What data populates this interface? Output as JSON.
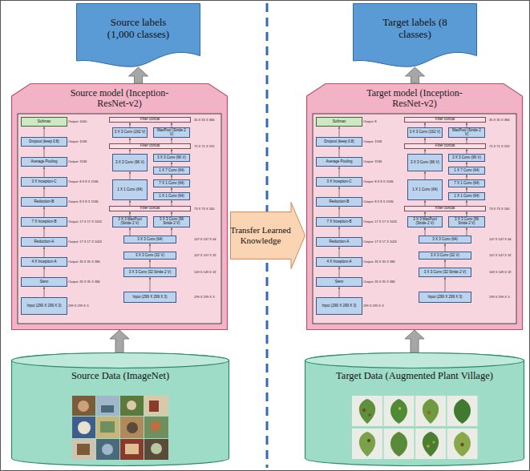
{
  "diagram": {
    "nodes": [
      {
        "text": [
          "Source labels (1,000 classes)"
        ]
      },
      {
        "text": [
          "Source model (Inception-ResNet-v2)"
        ]
      },
      {
        "text": [
          "Softmax"
        ],
        "in": 1
      },
      {
        "text": [
          "Dropout (keep 0.8)"
        ],
        "in": 1
      },
      {
        "text": [
          "Average Pooling"
        ],
        "in": 1
      },
      {
        "text": [
          "3 X Inception-C"
        ],
        "in": 1
      },
      {
        "text": [
          "Reduction-B"
        ],
        "in": 1
      },
      {
        "text": [
          "7 X Inception-B"
        ],
        "in": 1
      },
      {
        "text": [
          "Reduction-A"
        ],
        "in": 1
      },
      {
        "text": [
          "4 X Inception-A"
        ],
        "in": 1
      },
      {
        "text": [
          "Stem"
        ],
        "in": 1
      },
      {
        "text": [
          "Input (299 X 299 X 3)"
        ],
        "in": 1
      },
      {
        "text": [
          "Filter concat"
        ],
        "in": 1
      },
      {
        "text": [
          "3 X 3 Conv (192 V)"
        ],
        "in": 1
      },
      {
        "text": [
          "MaxPool (Stride 2 V)"
        ],
        "in": 1
      },
      {
        "text": [
          "Filter concat"
        ],
        "in": 1
      },
      {
        "text": [
          "3 X 3 Conv (96 V)"
        ],
        "in": 1
      },
      {
        "text": [
          "3 X 3 Conv (96 V)"
        ],
        "in": 1
      },
      {
        "text": [
          "1 X 7 Conv (64)"
        ],
        "in": 1
      },
      {
        "text": [
          "1 X 1 Conv (64)"
        ],
        "in": 1
      },
      {
        "text": [
          "7 X 1 Conv (64)"
        ],
        "in": 1
      },
      {
        "text": [
          "1 X 1 Conv (64)"
        ],
        "in": 1
      },
      {
        "text": [
          "Filter concat"
        ],
        "in": 1
      },
      {
        "text": [
          "3 X 3 MaxPool (Stride 2 V)"
        ],
        "in": 1
      },
      {
        "text": [
          "3 X 3 Conv (96 Stride 2 V)"
        ],
        "in": 1
      },
      {
        "text": [
          "3 X 3 Conv (64)"
        ],
        "in": 1
      },
      {
        "text": [
          "3 X 3 Conv (32 V)"
        ],
        "in": 1
      },
      {
        "text": [
          "3 X 3 Conv (32 Stride 2 V)"
        ],
        "in": 1
      },
      {
        "text": [
          "Input (299 X 299 X 3)"
        ],
        "in": 1
      },
      {
        "text": [
          "Source Data (ImageNet)"
        ]
      },
      {
        "text": [
          "Transfer Learned Knowledge"
        ]
      },
      {
        "text": [
          "Target labels (8 classes)"
        ]
      },
      {
        "text": [
          "Target model (Inception-ResNet-v2)"
        ]
      },
      {
        "text": [
          "Softmax"
        ],
        "in": 32
      },
      {
        "text": [
          "Dropout (keep 0.8)"
        ],
        "in": 32
      },
      {
        "text": [
          "Average Pooling"
        ],
        "in": 32
      },
      {
        "text": [
          "3 X Inception-C"
        ],
        "in": 32
      },
      {
        "text": [
          "Reduction-B"
        ],
        "in": 32
      },
      {
        "text": [
          "7 X Inception-B"
        ],
        "in": 32
      },
      {
        "text": [
          "Reduction-A"
        ],
        "in": 32
      },
      {
        "text": [
          "4 X Inception-A"
        ],
        "in": 32
      },
      {
        "text": [
          "Stem"
        ],
        "in": 32
      },
      {
        "text": [
          "Input (299 X 299 X 3)"
        ],
        "in": 32
      },
      {
        "text": [
          "Filter concat"
        ],
        "in": 32
      },
      {
        "text": [
          "3 X 3 Conv (192 V)"
        ],
        "in": 32
      },
      {
        "text": [
          "MaxPool (Stride 2 V)"
        ],
        "in": 32
      },
      {
        "text": [
          "Filter concat"
        ],
        "in": 32
      },
      {
        "text": [
          "3 X 3 Conv (96 V)"
        ],
        "in": 32
      },
      {
        "text": [
          "3 X 3 Conv (96 V)"
        ],
        "in": 32
      },
      {
        "text": [
          "1 X 7 Conv (64)"
        ],
        "in": 32
      },
      {
        "text": [
          "1 X 1 Conv (64)"
        ],
        "in": 32
      },
      {
        "text": [
          "7 X 1 Conv (64)"
        ],
        "in": 32
      },
      {
        "text": [
          "1 X 1 Conv (64)"
        ],
        "in": 32
      },
      {
        "text": [
          "Filter concat"
        ],
        "in": 32
      },
      {
        "text": [
          "3 X 3 MaxPool (Stride 2 V)"
        ],
        "in": 32
      },
      {
        "text": [
          "3 X 3 Conv (96 Stride 2 V)"
        ],
        "in": 32
      },
      {
        "text": [
          "3 X 3 Conv (64)"
        ],
        "in": 32
      },
      {
        "text": [
          "3 X 3 Conv (32 V)"
        ],
        "in": 32
      },
      {
        "text": [
          "3 X 3 Conv (32 Stride 2 V)"
        ],
        "in": 32
      },
      {
        "text": [
          "Input (299 X 299 X 3)"
        ],
        "in": 32
      },
      {
        "text": [
          "Target Data (Augmented Plant Village)"
        ]
      }
    ],
    "edges": [
      {
        "from": 29,
        "to": 1,
        "arrow": "to"
      },
      {
        "from": 1,
        "to": 0,
        "arrow": "to"
      },
      {
        "from": 11,
        "to": 10,
        "arrow": "to"
      },
      {
        "from": 10,
        "to": 9,
        "arrow": "to"
      },
      {
        "from": 9,
        "to": 8,
        "arrow": "to"
      },
      {
        "from": 8,
        "to": 7,
        "arrow": "to"
      },
      {
        "from": 7,
        "to": 6,
        "arrow": "to"
      },
      {
        "from": 6,
        "to": 5,
        "arrow": "to"
      },
      {
        "from": 5,
        "to": 4,
        "arrow": "to"
      },
      {
        "from": 4,
        "to": 3,
        "arrow": "to"
      },
      {
        "from": 3,
        "to": 2,
        "arrow": "to"
      },
      {
        "from": 28,
        "to": 27,
        "arrow": "to"
      },
      {
        "from": 27,
        "to": 26,
        "arrow": "to"
      },
      {
        "from": 26,
        "to": 25,
        "arrow": "to"
      },
      {
        "from": 25,
        "to": 23,
        "arrow": "to"
      },
      {
        "from": 25,
        "to": 24,
        "arrow": "to"
      },
      {
        "from": 23,
        "to": 22,
        "arrow": "to"
      },
      {
        "from": 24,
        "to": 22,
        "arrow": "to"
      },
      {
        "from": 22,
        "to": 19,
        "arrow": "to"
      },
      {
        "from": 22,
        "to": 21,
        "arrow": "to"
      },
      {
        "from": 19,
        "to": 16,
        "arrow": "to"
      },
      {
        "from": 21,
        "to": 20,
        "arrow": "to"
      },
      {
        "from": 20,
        "to": 18,
        "arrow": "to"
      },
      {
        "from": 18,
        "to": 17,
        "arrow": "to"
      },
      {
        "from": 16,
        "to": 15,
        "arrow": "to"
      },
      {
        "from": 17,
        "to": 15,
        "arrow": "to"
      },
      {
        "from": 15,
        "to": 13,
        "arrow": "to"
      },
      {
        "from": 15,
        "to": 14,
        "arrow": "to"
      },
      {
        "from": 13,
        "to": 12,
        "arrow": "to"
      },
      {
        "from": 14,
        "to": 12,
        "arrow": "to"
      },
      {
        "from": 60,
        "to": 32,
        "arrow": "to"
      },
      {
        "from": 32,
        "to": 31,
        "arrow": "to"
      },
      {
        "from": 42,
        "to": 41,
        "arrow": "to"
      },
      {
        "from": 41,
        "to": 40,
        "arrow": "to"
      },
      {
        "from": 40,
        "to": 39,
        "arrow": "to"
      },
      {
        "from": 39,
        "to": 38,
        "arrow": "to"
      },
      {
        "from": 38,
        "to": 37,
        "arrow": "to"
      },
      {
        "from": 37,
        "to": 36,
        "arrow": "to"
      },
      {
        "from": 36,
        "to": 35,
        "arrow": "to"
      },
      {
        "from": 35,
        "to": 34,
        "arrow": "to"
      },
      {
        "from": 34,
        "to": 33,
        "arrow": "to"
      },
      {
        "from": 59,
        "to": 58,
        "arrow": "to"
      },
      {
        "from": 58,
        "to": 57,
        "arrow": "to"
      },
      {
        "from": 57,
        "to": 56,
        "arrow": "to"
      },
      {
        "from": 56,
        "to": 54,
        "arrow": "to"
      },
      {
        "from": 56,
        "to": 55,
        "arrow": "to"
      },
      {
        "from": 54,
        "to": 53,
        "arrow": "to"
      },
      {
        "from": 55,
        "to": 53,
        "arrow": "to"
      },
      {
        "from": 53,
        "to": 50,
        "arrow": "to"
      },
      {
        "from": 53,
        "to": 52,
        "arrow": "to"
      },
      {
        "from": 50,
        "to": 47,
        "arrow": "to"
      },
      {
        "from": 52,
        "to": 51,
        "arrow": "to"
      },
      {
        "from": 51,
        "to": 49,
        "arrow": "to"
      },
      {
        "from": 49,
        "to": 48,
        "arrow": "to"
      },
      {
        "from": 47,
        "to": 46,
        "arrow": "to"
      },
      {
        "from": 48,
        "to": 46,
        "arrow": "to"
      },
      {
        "from": 46,
        "to": 44,
        "arrow": "to"
      },
      {
        "from": 46,
        "to": 45,
        "arrow": "to"
      },
      {
        "from": 44,
        "to": 43,
        "arrow": "to"
      },
      {
        "from": 45,
        "to": 43,
        "arrow": "to"
      }
    ],
    "labels": [
      "Output: 1000",
      "Output: 1536",
      "Output: 1536",
      "Output: 8 X 8 X 1536",
      "Output: 8 X 8 X 1536",
      "Output: 17 X 17 X 1024",
      "Output: 17 X 17 X 1024",
      "Output: 35 X 35 X 384",
      "Output: 35 X 35 X 384",
      "299 X 299 X 3",
      "35 X 35 X 384",
      "71 X 71 X 192",
      "73 X 73 X 160",
      "147 X 147 X 64",
      "147 X 147 X 32",
      "149 X 149 X 32",
      "299 X 299 X 3",
      "Output: 8",
      "Output: 1536",
      "Output: 1536",
      "Output: 8 X 8 X 1536",
      "Output: 8 X 8 X 1536",
      "Output: 17 X 17 X 1024",
      "Output: 17 X 17 X 1024",
      "Output: 35 X 35 X 384",
      "Output: 35 X 35 X 384",
      "299 X 299 X 3",
      "35 X 35 X 384",
      "71 X 71 X 192",
      "73 X 73 X 160",
      "147 X 147 X 64",
      "147 X 147 X 32",
      "149 X 149 X 32",
      "299 X 299 X 3"
    ]
  }
}
